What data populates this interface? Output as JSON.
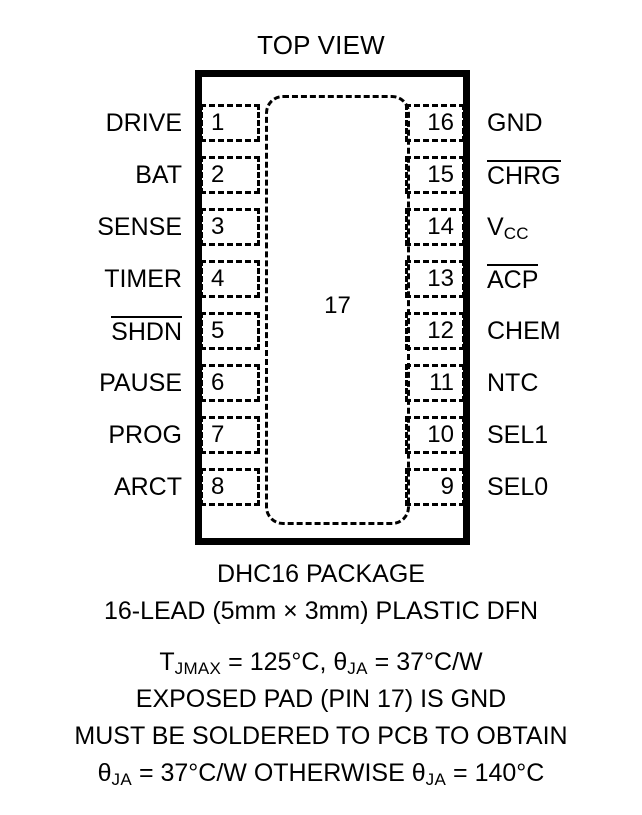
{
  "diagram": {
    "title": "TOP VIEW",
    "exposed_pad_number": "17",
    "pins_left": [
      {
        "number": "1",
        "label": "DRIVE",
        "overline": false
      },
      {
        "number": "2",
        "label": "BAT",
        "overline": false
      },
      {
        "number": "3",
        "label": "SENSE",
        "overline": false
      },
      {
        "number": "4",
        "label": "TIMER",
        "overline": false
      },
      {
        "number": "5",
        "label": "SHDN",
        "overline": true
      },
      {
        "number": "6",
        "label": "PAUSE",
        "overline": false
      },
      {
        "number": "7",
        "label": "PROG",
        "overline": false
      },
      {
        "number": "8",
        "label": "ARCT",
        "overline": false
      }
    ],
    "pins_right": [
      {
        "number": "16",
        "label": "GND",
        "overline": false
      },
      {
        "number": "15",
        "label": "CHRG",
        "overline": true
      },
      {
        "number": "14",
        "label": "V",
        "subscript": "CC",
        "overline": false
      },
      {
        "number": "13",
        "label": "ACP",
        "overline": true
      },
      {
        "number": "12",
        "label": "CHEM",
        "overline": false
      },
      {
        "number": "11",
        "label": "NTC",
        "overline": false
      },
      {
        "number": "10",
        "label": "SEL1",
        "overline": false
      },
      {
        "number": "9",
        "label": "SEL0",
        "overline": false
      }
    ],
    "caption": {
      "package_name": "DHC16 PACKAGE",
      "lead_description": "16-LEAD (5mm × 3mm) PLASTIC DFN",
      "thermal_tjmax_prefix": "T",
      "thermal_tjmax_sub": "JMAX",
      "thermal_tjmax_value": " = 125°C, ",
      "thermal_theta_symbol": "θ",
      "thermal_theta_sub": "JA",
      "thermal_theta_value": " = 37°C/W",
      "exposed_pad_note": "EXPOSED PAD (PIN 17) IS GND",
      "solder_note": "MUST BE SOLDERED TO PCB TO OBTAIN",
      "otherwise_theta_symbol": "θ",
      "otherwise_theta_sub": "JA",
      "otherwise_mid": " = 37°C/W OTHERWISE ",
      "otherwise_theta2_symbol": "θ",
      "otherwise_theta2_sub": "JA",
      "otherwise_end": " = 140°C"
    }
  },
  "colors": {
    "ink": "#000000",
    "paper": "#ffffff"
  }
}
